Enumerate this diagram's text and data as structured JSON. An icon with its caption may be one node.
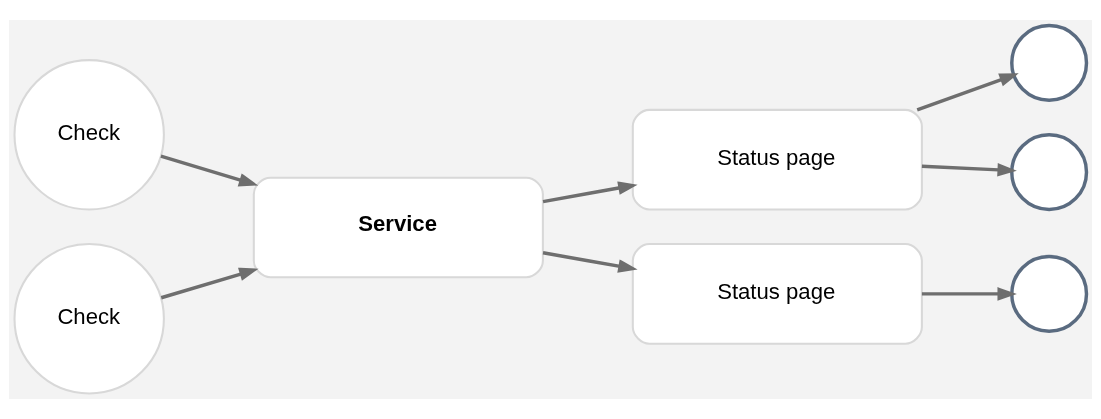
{
  "diagram": {
    "nodes": [
      {
        "text": [
          "Check"
        ]
      },
      {
        "text": [
          "Check"
        ]
      },
      {
        "text": [
          "Service"
        ]
      },
      {
        "text": [
          "Status page"
        ]
      },
      {
        "text": [
          "Status page"
        ]
      },
      {
        "text": [],
        "shape": "person"
      },
      {
        "text": [],
        "shape": "person"
      },
      {
        "text": [],
        "shape": "person"
      }
    ],
    "edges": [
      {
        "from": 0,
        "to": 2,
        "arrow": "to"
      },
      {
        "from": 1,
        "to": 2,
        "arrow": "to"
      },
      {
        "from": 2,
        "to": 3,
        "arrow": "to"
      },
      {
        "from": 2,
        "to": 4,
        "arrow": "to"
      },
      {
        "from": 3,
        "to": 5,
        "arrow": "to"
      },
      {
        "from": 3,
        "to": 6,
        "arrow": "to"
      },
      {
        "from": 4,
        "to": 7,
        "arrow": "to"
      }
    ]
  }
}
